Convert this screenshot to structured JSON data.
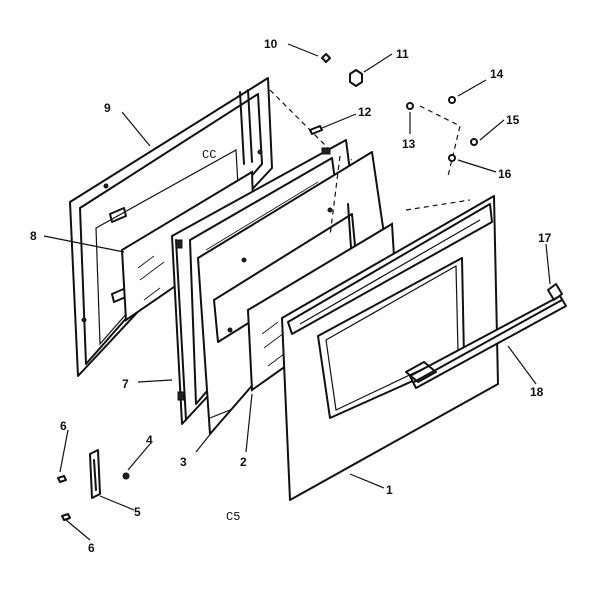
{
  "labels": {
    "l1": "1",
    "l2": "2",
    "l3": "3",
    "l4": "4",
    "l5": "5",
    "l6a": "6",
    "l6b": "6",
    "l7": "7",
    "l8": "8",
    "l9": "9",
    "l10": "10",
    "l11": "11",
    "l12": "12",
    "l13": "13",
    "l14": "14",
    "l15": "15",
    "l16": "16",
    "l17": "17",
    "l18": "18"
  },
  "panel_marks": {
    "inner_panel_mark": "CC"
  },
  "caption": "C5"
}
